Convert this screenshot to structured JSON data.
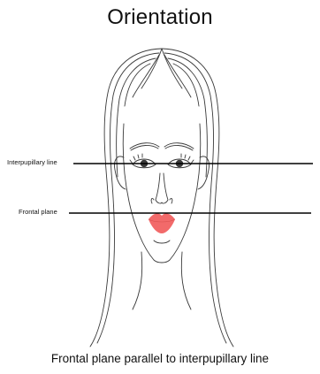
{
  "title": "Orientation",
  "lines": {
    "interpupillary": {
      "label": "Interpupillary line"
    },
    "frontal": {
      "label": "Frontal plane"
    }
  },
  "caption": "Frontal plane parallel to interpupillary line",
  "colors": {
    "lips": "#f26a6a",
    "line": "#000000",
    "sketch": "#3a3a3a"
  },
  "figure": "face-line-drawing"
}
